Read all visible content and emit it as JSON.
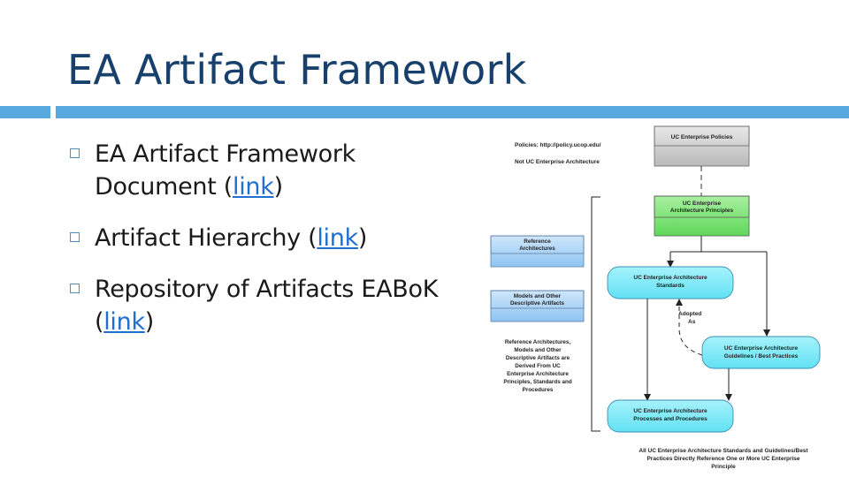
{
  "slide": {
    "title": "EA Artifact Framework"
  },
  "bullets": [
    {
      "text": "EA Artifact Framework Document (",
      "link": "link",
      "suffix": ")"
    },
    {
      "text": "Artifact Hierarchy (",
      "link": "link",
      "suffix": ")"
    },
    {
      "text": "Repository of Artifacts EABoK (",
      "link": "link",
      "suffix": ")"
    }
  ],
  "diagram": {
    "policies_note_1": "Policies:  http://policy.ucop.edu/",
    "policies_note_2": "Not UC Enterprise Architecture",
    "box_policies": "UC Enterprise Policies",
    "box_principles_1": "UC Enterprise",
    "box_principles_2": "Architecture Principles",
    "box_reference_1": "Reference",
    "box_reference_2": "Architectures",
    "box_models_1": "Models and Other",
    "box_models_2": "Descriptive Artifacts",
    "box_standards_1": "UC Enterprise Architecture",
    "box_standards_2": "Standards",
    "adopted_1": "Adopted",
    "adopted_2": "As",
    "box_guidelines_1": "UC Enterprise Architecture",
    "box_guidelines_2": "Guidelines / Best Practices",
    "box_processes_1": "UC Enterprise Architecture",
    "box_processes_2": "Processes and Procedures",
    "derived_note": [
      "Reference Architectures,",
      "Models and Other",
      "Descriptive Artifacts are",
      "Derived From UC",
      "Enterprise Architecture",
      "Principles, Standards and",
      "Procedures"
    ],
    "footer_note": [
      "All UC Enterprise Architecture Standards and Guidelines/Best",
      "Practices Directly Reference One or More UC Enterprise",
      "Principle"
    ]
  }
}
